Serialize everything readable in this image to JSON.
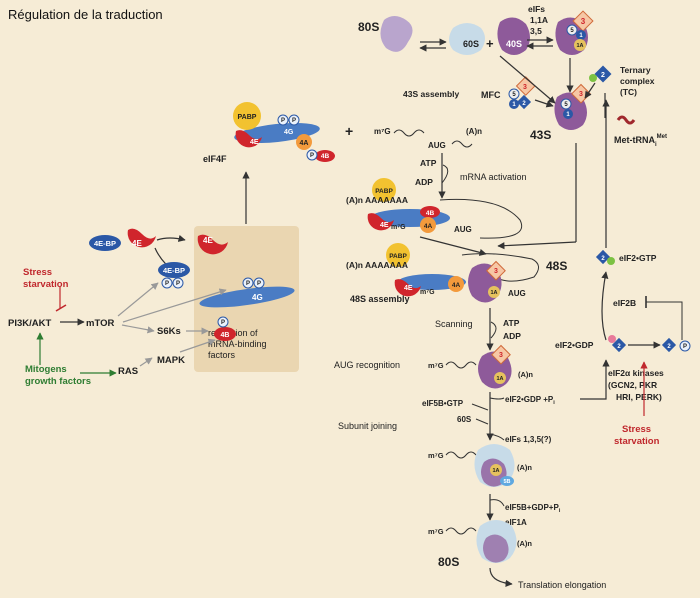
{
  "title": "Régulation de la traduction",
  "colors": {
    "background": "#f6ecd6",
    "panel": "#ead6b1",
    "arrow": "#333333",
    "stress": "#c0282d",
    "growth": "#2e7d32",
    "factor_4e": "#d0252c",
    "factor_4g": "#4a7cc4",
    "pabp": "#f2c230",
    "ribosome": "#8e5a9a",
    "nucleotide": "#2b58a6"
  },
  "factor_tags": {
    "pabp": "PABP",
    "e4": "4E",
    "g4": "4G",
    "a4": "4A",
    "b4": "4B",
    "p": "P",
    "bp": "4E-BP",
    "e2": "2",
    "e3": "3",
    "e5": "5",
    "e1": "1",
    "e1a": "1A",
    "e5b": "5B"
  },
  "left": {
    "bp_4e": "4E-BP",
    "free_4e": "4E",
    "bp_phospho": "4E-BP",
    "stress": "Stress",
    "starvation": "starvation",
    "pi3k": "PI3K/AKT",
    "mtor": "mTOR",
    "s6ks": "S6Ks",
    "mapk": "MAPK",
    "ras": "RAS",
    "mitogens": "Mitogens",
    "growth_factors": "growth factors",
    "regulation": [
      "regulation of",
      "mRNA-binding",
      "factors"
    ]
  },
  "eif4f": {
    "label": "eIF4F"
  },
  "pathway": {
    "r80s": "80S",
    "r60s": "60S",
    "r40s": "40S",
    "eifs": [
      "eIFs",
      "1,1A",
      "3,5"
    ],
    "ternary": [
      "Ternary",
      "complex",
      "(TC)"
    ],
    "s43_assembly": "43S assembly",
    "mfc": "MFC",
    "s43": "43S",
    "met_trna": "Met-tRNA",
    "met_sup": "Met",
    "met_sub": "i",
    "m7g": "m⁷G",
    "aug": "AUG",
    "polya": "(A)n",
    "atp": "ATP",
    "adp": "ADP",
    "mrna_activation": "mRNA activation",
    "polya_tail": "(A)n AAAAAAA",
    "s48": "48S",
    "s48_assembly": "48S assembly",
    "scanning": "Scanning",
    "aug_recognition": "AUG recognition",
    "eif2_gdp_pi": "eIF2•GDP +P",
    "eif5b_gtp": "eIF5B•GTP",
    "s60": "60S",
    "subunit_joining": "Subunit joining",
    "eifs_135": "eIFs 1,3,5(?)",
    "eif5b_gdp": "eIF5B+GDP+P",
    "eif1a": "eIF1A",
    "s80_final": "80S",
    "elongation": "Translation elongation"
  },
  "recycling": {
    "eif2_gtp": "eIF2•GTP",
    "eif2b": "eIF2B",
    "eif2_gdp": "eIF2•GDP",
    "kinases": [
      "eIF2α kinases",
      "(GCN2, PKR",
      "HRI, PERK)"
    ],
    "stress": "Stress",
    "starvation": "starvation"
  }
}
